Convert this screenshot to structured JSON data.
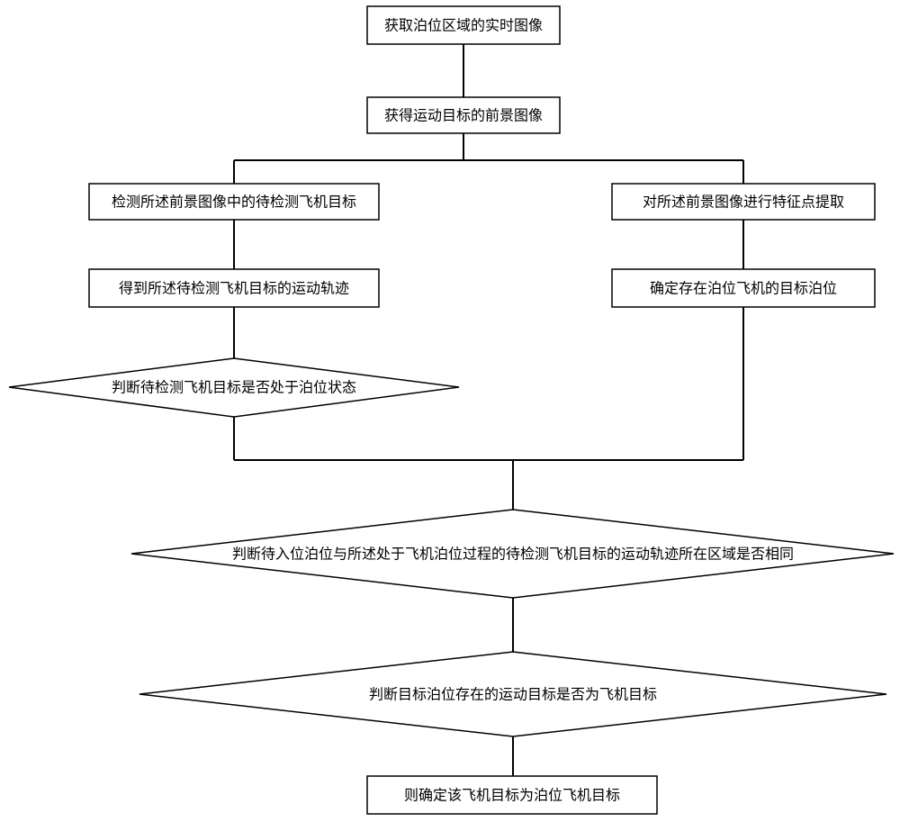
{
  "nodes": {
    "acquire_realtime_image": "获取泊位区域的实时图像",
    "obtain_foreground_image": "获得运动目标的前景图像",
    "detect_aircraft_target": "检测所述前景图像中的待检测飞机目标",
    "extract_feature_points": "对所述前景图像进行特征点提取",
    "get_motion_trajectory": "得到所述待检测飞机目标的运动轨迹",
    "determine_target_berth": "确定存在泊位飞机的目标泊位",
    "judge_berthing_state": "判断待检测飞机目标是否处于泊位状态",
    "judge_same_region": "判断待入位泊位与所述处于飞机泊位过程的待检测飞机目标的运动轨迹所在区域是否相同",
    "judge_is_aircraft": "判断目标泊位存在的运动目标是否为飞机目标",
    "confirm_berth_aircraft": "则确定该飞机目标为泊位飞机目标"
  }
}
